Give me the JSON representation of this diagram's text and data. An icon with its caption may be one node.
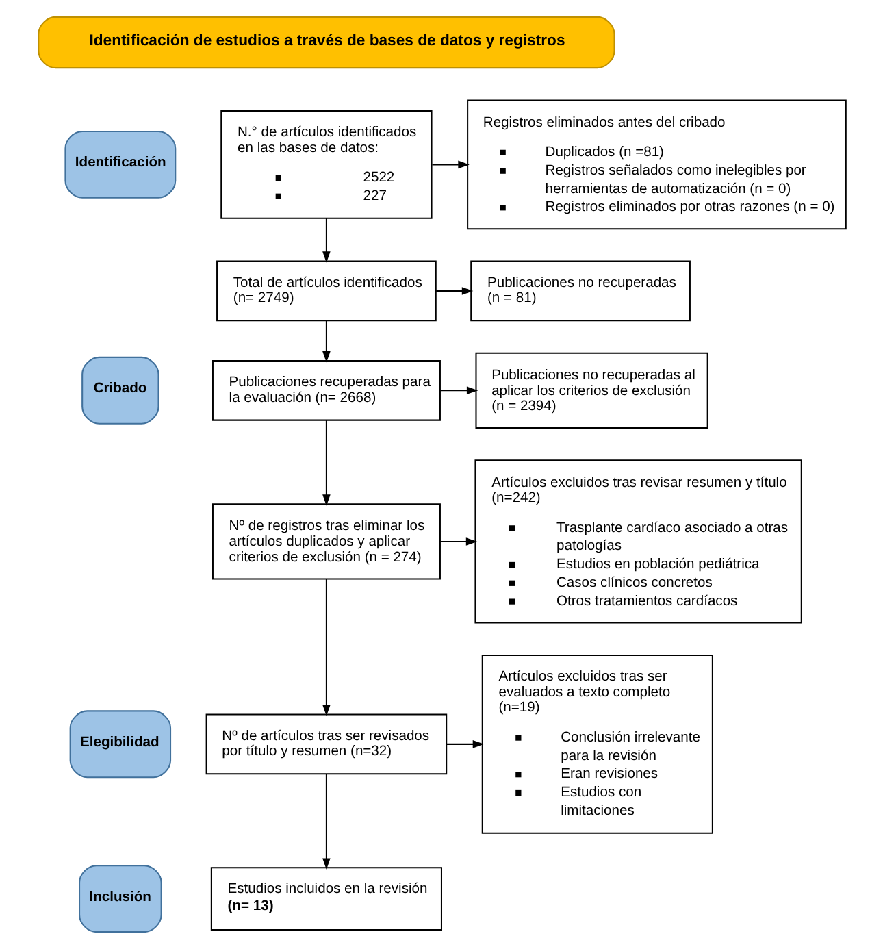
{
  "diagram": {
    "nodes": [
      {
        "text": [
          "Identificación de estudios a través de bases de datos y registros"
        ]
      },
      {
        "text": [
          "Identificación"
        ]
      },
      {
        "text": [
          "N.° de artículos identificados en las bases de datos:",
          "2522",
          "227"
        ]
      },
      {
        "text": [
          "Registros eliminados antes del cribado",
          "Duplicados (n =81)",
          "Registros señalados como inelegibles por herramientas de automatización (n = 0)",
          "Registros eliminados por otras razones (n = 0)"
        ]
      },
      {
        "text": [
          "Cribado"
        ]
      },
      {
        "text": [
          "Total de artículos identificados (n= 2749)"
        ]
      },
      {
        "text": [
          "Publicaciones no recuperadas (n = 81)"
        ]
      },
      {
        "text": [
          "Publicaciones recuperadas para la evaluación (n= 2668)"
        ]
      },
      {
        "text": [
          "Publicaciones no recuperadas al aplicar los criterios de exclusión (n = 2394)"
        ]
      },
      {
        "text": [
          "Nº de registros tras eliminar los artículos duplicados y aplicar criterios de exclusión (n = 274)"
        ]
      },
      {
        "text": [
          "Artículos excluidos tras revisar resumen y título (n=242)",
          "Trasplante cardíaco asociado a otras patologías",
          "Estudios en población pediátrica",
          "Casos clínicos concretos",
          "Otros tratamientos cardíacos"
        ]
      },
      {
        "text": [
          "Elegibilidad"
        ]
      },
      {
        "text": [
          "Nº de artículos tras ser revisados por título y resumen (n=32)"
        ]
      },
      {
        "text": [
          "Artículos excluidos tras ser evaluados a texto completo (n=19)",
          "Conclusión irrelevante para la revisión",
          "Eran revisiones",
          "Estudios con limitaciones"
        ]
      },
      {
        "text": [
          "Inclusión"
        ]
      },
      {
        "text": [
          "Estudios incluidos en la revisión",
          "(n= 13)"
        ]
      }
    ],
    "edges": [
      {
        "from": 2,
        "to": 3,
        "arrow": "to"
      },
      {
        "from": 2,
        "to": 5,
        "arrow": "to"
      },
      {
        "from": 5,
        "to": 6,
        "arrow": "to"
      },
      {
        "from": 5,
        "to": 7,
        "arrow": "to"
      },
      {
        "from": 7,
        "to": 8,
        "arrow": "to"
      },
      {
        "from": 7,
        "to": 9,
        "arrow": "to"
      },
      {
        "from": 9,
        "to": 10,
        "arrow": "to"
      },
      {
        "from": 9,
        "to": 12,
        "arrow": "to"
      },
      {
        "from": 12,
        "to": 13,
        "arrow": "to"
      },
      {
        "from": 12,
        "to": 15,
        "arrow": "to"
      }
    ]
  }
}
